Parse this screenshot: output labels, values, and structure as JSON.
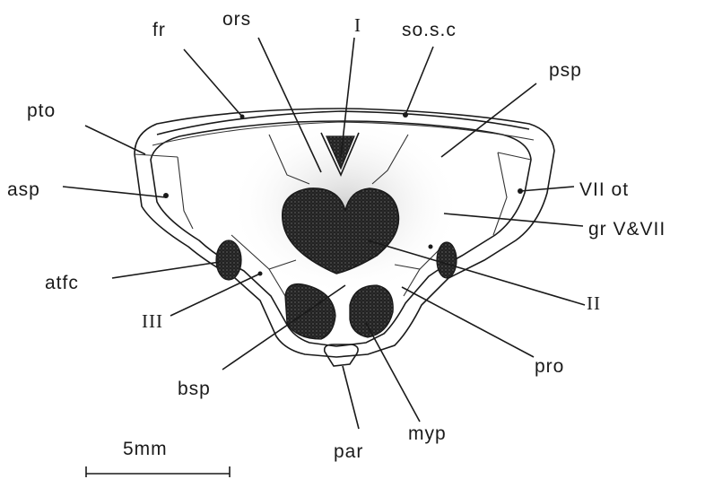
{
  "labels": {
    "fr": "fr",
    "ors": "ors",
    "I": "I",
    "sosc": "so.s.c",
    "psp": "psp",
    "pto": "pto",
    "asp": "asp",
    "VIIot": "VII ot",
    "grVVII": "gr V&VII",
    "atfc": "atfc",
    "III": "III",
    "II": "II",
    "bsp": "bsp",
    "pro": "pro",
    "myp": "myp",
    "par": "par"
  },
  "scale_bar": {
    "label": "5mm"
  },
  "colors": {
    "ink": "#1a1a1a",
    "stipple": "#9a9a9a",
    "dark_fill": "#2a2a2a"
  }
}
